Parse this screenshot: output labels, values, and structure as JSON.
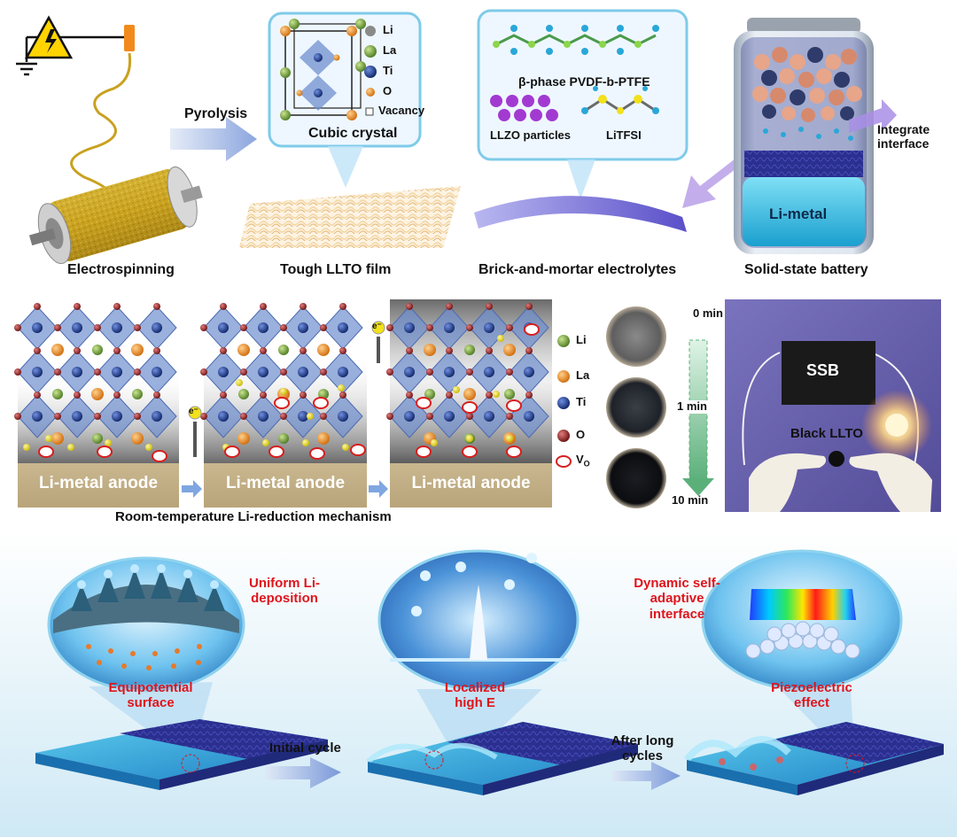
{
  "top": {
    "electrospinning": "Electrospinning",
    "pyrolysis": "Pyrolysis",
    "tough_film": "Tough LLTO film",
    "cubic_crystal": "Cubic crystal",
    "crystal_legend": {
      "li": "Li",
      "la": "La",
      "ti": "Ti",
      "o": "O",
      "vacancy": "Vacancy"
    },
    "pvdf": "β-phase PVDF-b-PTFE",
    "llzo": "LLZO particles",
    "litfsi": "LiTFSI",
    "brick_mortar": "Brick-and-mortar electrolytes",
    "integrate": "Integrate interface",
    "li_metal": "Li-metal",
    "ssb_battery": "Solid-state battery"
  },
  "middle": {
    "anode_label": "Li-metal anode",
    "mechanism": "Room-temperature Li-reduction mechanism",
    "electron": "e⁻",
    "legend": {
      "li": "Li",
      "la": "La",
      "ti": "Ti",
      "o": "O",
      "vo": "V",
      "vo_sub": "O"
    },
    "times": [
      "0 min",
      "1 min",
      "10 min"
    ],
    "ssb": "SSB",
    "black_llto": "Black LLTO"
  },
  "bottom": {
    "uniform": "Uniform Li-deposition",
    "equipotential": "Equipotential surface",
    "localized": "Localized high E",
    "dynamic": "Dynamic self-adaptive interface",
    "piezo": "Piezoelectric effect",
    "initial_cycle": "Initial cycle",
    "after_long": "After long cycles"
  },
  "colors": {
    "li_ball": "#6f9a3a",
    "la_ball": "#e88a1e",
    "ti_ball": "#1e3a8a",
    "o_ball": "#8b1d1d",
    "vacancy_ring": "#d81e1e",
    "octahedron": "#6f8fcf",
    "anode": "#c8b48a",
    "annotation_red": "#e0141b"
  }
}
